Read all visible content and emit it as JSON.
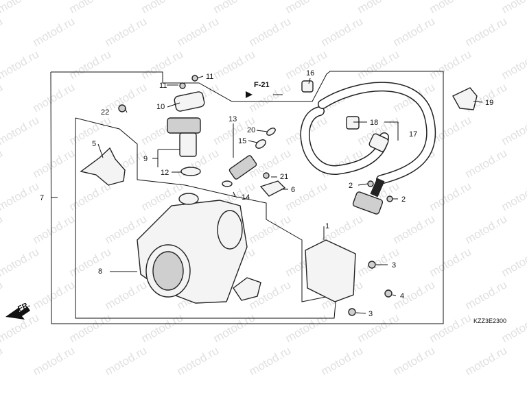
{
  "watermark": "motod.ru",
  "ref_label": "F-21",
  "front_label": "FR.",
  "diagram_code": "KZZ3E2300",
  "callouts": {
    "c1": "1",
    "c2a": "2",
    "c2b": "2",
    "c3a": "3",
    "c3b": "3",
    "c4": "4",
    "c5": "5",
    "c6": "6",
    "c7": "7",
    "c8": "8",
    "c9": "9",
    "c10": "10",
    "c11a": "11",
    "c11b": "11",
    "c12": "12",
    "c13": "13",
    "c14": "14",
    "c15": "15",
    "c16": "16",
    "c17": "17",
    "c18": "18",
    "c19": "19",
    "c20": "20",
    "c21": "21",
    "c22": "22"
  }
}
